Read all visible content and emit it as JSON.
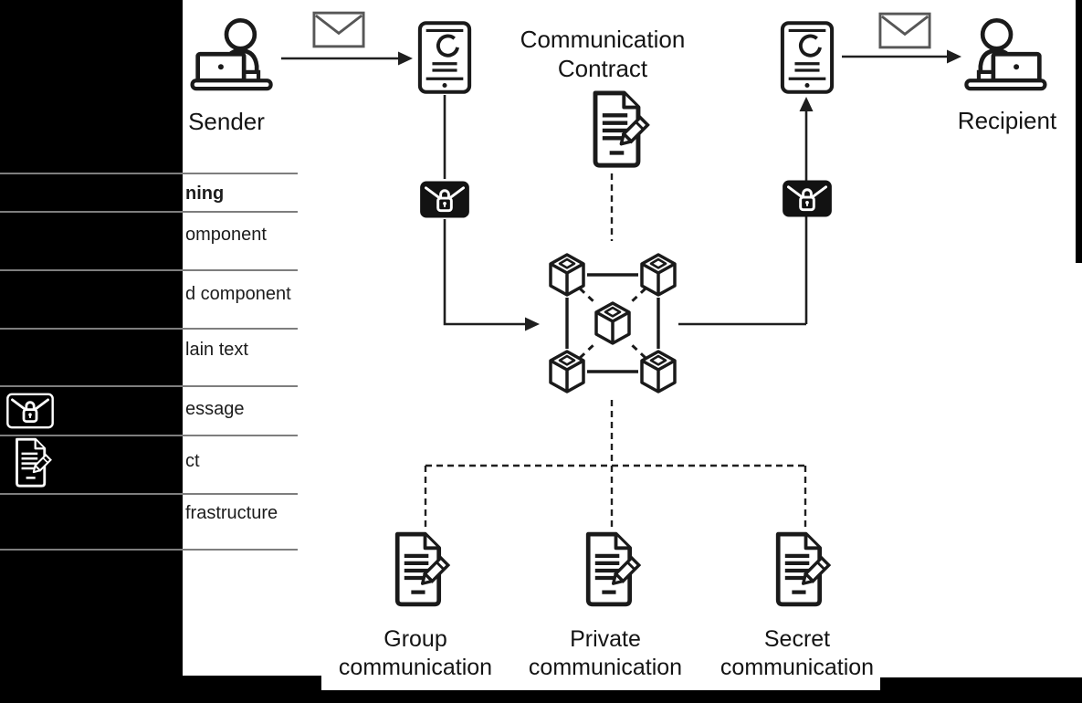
{
  "figure": {
    "sender_label": "Sender",
    "recipient_label": "Recipient",
    "contract_label": "Communication Contract",
    "bottom_labels": [
      "Group communication",
      "Private communication",
      "Secret communication"
    ],
    "icons": {
      "sender": "person-at-laptop-icon",
      "recipient": "person-at-laptop-icon",
      "message": "envelope-icon",
      "device": "smartphone-sync-icon",
      "encrypted": "encrypted-message-lock-icon",
      "network": "blockchain-cubes-icon",
      "contract": "contract-document-pencil-icon"
    }
  },
  "legend": {
    "header": "ning",
    "rows": [
      {
        "label": "omponent",
        "icon": ""
      },
      {
        "label": "d component",
        "icon": ""
      },
      {
        "label": "lain text",
        "icon": ""
      },
      {
        "label": "essage",
        "icon": "encrypted-message-lock-icon"
      },
      {
        "label": "ct",
        "icon": "contract-document-pencil-icon"
      },
      {
        "label": "frastructure",
        "icon": ""
      }
    ]
  },
  "colors": {
    "ink": "#1a1a1a",
    "envelope_gray": "#575757",
    "table_line_gray": "#7e7e7e",
    "redaction_black": "#000000",
    "background": "#ffffff"
  }
}
